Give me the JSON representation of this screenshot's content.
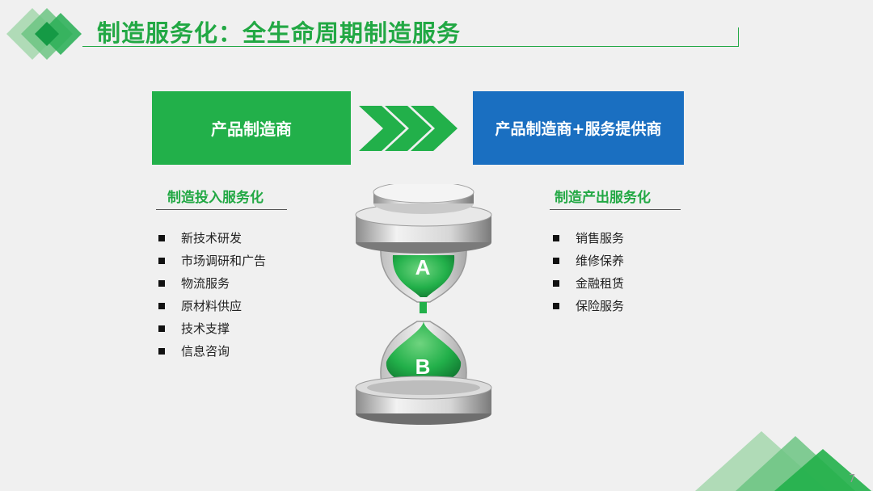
{
  "header": {
    "title": "制造服务化：全生命周期制造服务"
  },
  "boxes": {
    "left_label": "产品制造商",
    "right_label": "产品制造商+服务提供商"
  },
  "left_section": {
    "title": "制造投入服务化",
    "items": [
      "新技术研发",
      "市场调研和广告",
      "物流服务",
      "原材料供应",
      "技术支撑",
      "信息咨询"
    ]
  },
  "right_section": {
    "title": "制造产出服务化",
    "items": [
      "销售服务",
      "维修保养",
      "金融租赁",
      "保险服务"
    ]
  },
  "hourglass": {
    "top_label": "A",
    "bottom_label": "B"
  },
  "footer": {
    "page_number": "7"
  },
  "colors": {
    "accent_green": "#22b04a",
    "accent_blue": "#1a6fc1",
    "background": "#f0f0f0"
  }
}
